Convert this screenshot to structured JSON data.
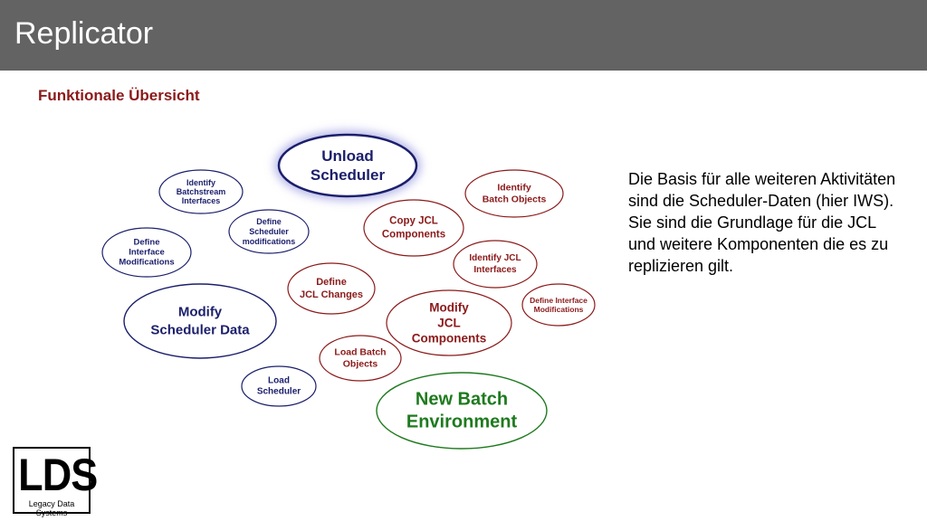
{
  "header": {
    "title": "Replicator"
  },
  "subtitle": "Funktionale Übersicht",
  "logo": {
    "letters": "LDS",
    "tagline": "Legacy Data Systems"
  },
  "description": [
    "Die Basis für alle weiteren Aktivitäten sind die Scheduler-Daten (hier IWS).",
    "Sie sind die Grundlage für die JCL und weitere Komponenten die es zu replizieren gilt."
  ],
  "colors": {
    "navy": "#1b1f6b",
    "red": "#8b1a1a",
    "green": "#1e7a1e",
    "header_bg": "#636363"
  },
  "nodes": [
    {
      "id": "unload-scheduler",
      "lines": [
        "Unload",
        "Scheduler"
      ],
      "color": "navy"
    },
    {
      "id": "identify-batchstream-interfaces",
      "lines": [
        "Identify",
        "Batchstream",
        "Interfaces"
      ],
      "color": "navy"
    },
    {
      "id": "define-scheduler-modifications",
      "lines": [
        "Define",
        "Scheduler",
        "modifications"
      ],
      "color": "navy"
    },
    {
      "id": "define-interface-modifications-left",
      "lines": [
        "Define",
        "Interface",
        "Modifications"
      ],
      "color": "navy"
    },
    {
      "id": "modify-scheduler-data",
      "lines": [
        "Modify",
        "Scheduler Data"
      ],
      "color": "navy"
    },
    {
      "id": "load-scheduler",
      "lines": [
        "Load",
        "Scheduler"
      ],
      "color": "navy"
    },
    {
      "id": "identify-batch-objects",
      "lines": [
        "Identify",
        "Batch Objects"
      ],
      "color": "red"
    },
    {
      "id": "copy-jcl-components",
      "lines": [
        "Copy JCL",
        "Components"
      ],
      "color": "red"
    },
    {
      "id": "identify-jcl-interfaces",
      "lines": [
        "Identify JCL",
        "Interfaces"
      ],
      "color": "red"
    },
    {
      "id": "define-jcl-changes",
      "lines": [
        "Define",
        "JCL Changes"
      ],
      "color": "red"
    },
    {
      "id": "define-interface-modifications-right",
      "lines": [
        "Define Interface",
        "Modifications"
      ],
      "color": "red"
    },
    {
      "id": "modify-jcl-components",
      "lines": [
        "Modify",
        "JCL",
        "Components"
      ],
      "color": "red"
    },
    {
      "id": "load-batch-objects",
      "lines": [
        "Load Batch",
        "Objects"
      ],
      "color": "red"
    },
    {
      "id": "new-batch-environment",
      "lines": [
        "New Batch",
        "Environment"
      ],
      "color": "green"
    }
  ]
}
